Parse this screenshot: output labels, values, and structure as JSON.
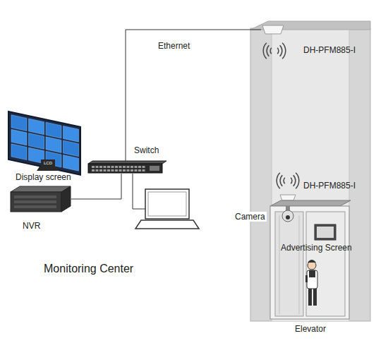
{
  "diagram": {
    "nodes": [
      {
        "text": [
          "Display screen"
        ]
      },
      {
        "text": [
          "Switch"
        ]
      },
      {
        "text": [
          "NVR"
        ]
      },
      {
        "text": [
          "Elevator"
        ]
      },
      {
        "text": [
          "DH-PFM885-I"
        ],
        "in": 3
      },
      {
        "text": [
          "DH-PFM885-I"
        ],
        "in": 3
      },
      {
        "text": [
          "Camera"
        ],
        "in": 3
      },
      {
        "text": [
          "Advertising Screen"
        ],
        "in": 3
      }
    ],
    "edges": [
      {
        "from": 1,
        "to": 4,
        "label": "Ethernet",
        "arrow": "none"
      },
      {
        "from": 1,
        "to": 2,
        "arrow": "none"
      }
    ],
    "labels": [
      "LCD",
      "Monitoring Center"
    ]
  }
}
